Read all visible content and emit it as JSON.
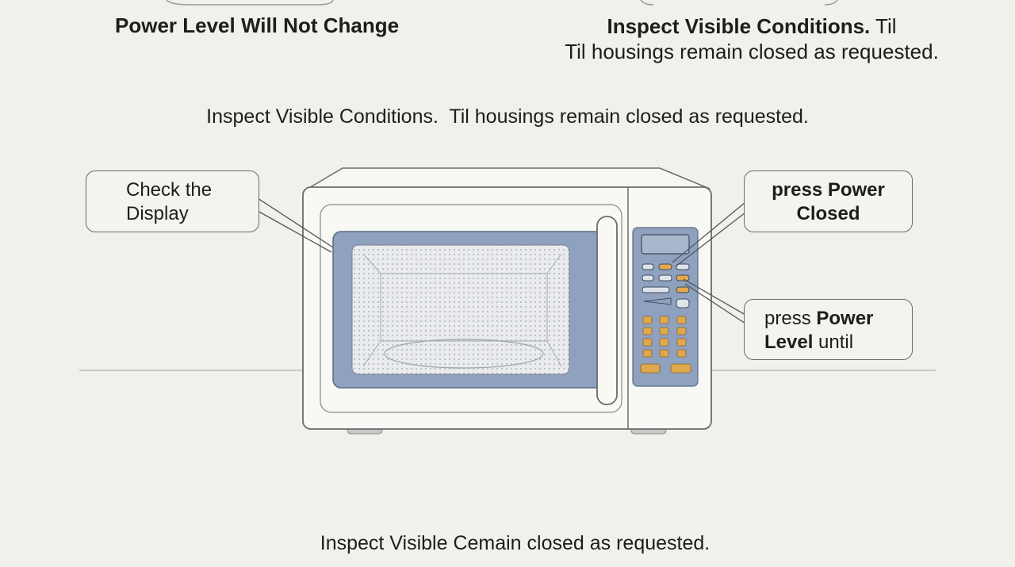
{
  "top_left": {
    "heading": "Power Level Will Not Change"
  },
  "top_right": {
    "heading_bold": "Inspect Visible Conditions.",
    "heading_rest": " Til",
    "line2": "Til housings remain closed as requested."
  },
  "middle_caption": "Inspect Visible Conditions.  Til housings remain closed as requested.",
  "callouts": {
    "display": {
      "line1": "Check the",
      "line2": "Display"
    },
    "closed": {
      "line1": "press Power",
      "line2": "Closed"
    },
    "level": {
      "word1": "press ",
      "bold1": "Power",
      "bold2": "Level",
      "rest2": " until"
    }
  },
  "bottom_caption": "Inspect Visible Cemain closed as requested.",
  "colors": {
    "background": "#f1f0ea",
    "window_tint": "#8ea2bf",
    "button_orange": "#e0a84d",
    "outline": "#6b6b6b"
  }
}
